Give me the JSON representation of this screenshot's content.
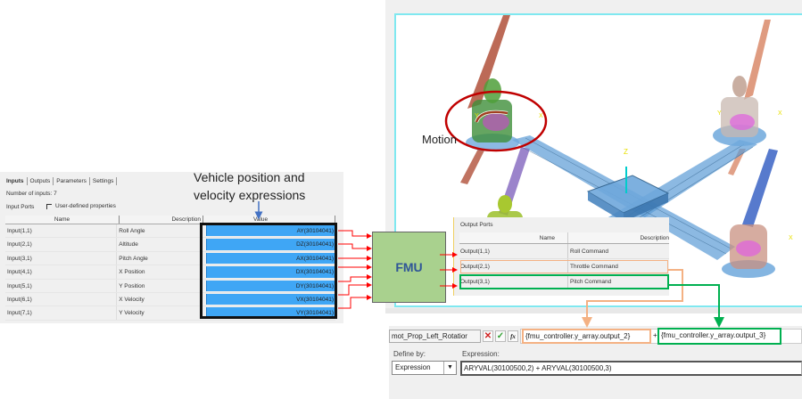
{
  "inputs_panel": {
    "tabs": [
      "Inputs",
      "Outputs",
      "Parameters",
      "Settings"
    ],
    "number_of_inputs_label": "Number of inputs:",
    "number_of_inputs": "7",
    "input_ports_label": "Input Ports",
    "user_defined_label": "User-defined properties",
    "user_defined_checked": false,
    "columns": [
      "Name",
      "Description",
      "Value"
    ],
    "rows": [
      {
        "name": "Input(1,1)",
        "description": "Roll Angle",
        "value": "AY(30104041)"
      },
      {
        "name": "Input(2,1)",
        "description": "Altitude",
        "value": "DZ(30104041)"
      },
      {
        "name": "Input(3,1)",
        "description": "Pitch Angle",
        "value": "AX(30104041)"
      },
      {
        "name": "Input(4,1)",
        "description": "X Position",
        "value": "DX(30104041)"
      },
      {
        "name": "Input(5,1)",
        "description": "Y Position",
        "value": "DY(30104041)"
      },
      {
        "name": "Input(6,1)",
        "description": "X Velocity",
        "value": "VX(30104041)"
      },
      {
        "name": "Input(7,1)",
        "description": "Y Velocity",
        "value": "VY(30104041)"
      }
    ]
  },
  "annotations": {
    "vehicle_line1": "Vehicle position and",
    "vehicle_line2": "velocity expressions",
    "motion": "Motion",
    "fmu": "FMU"
  },
  "outputs_panel": {
    "title": "Output Ports",
    "columns": [
      "Name",
      "Description"
    ],
    "rows": [
      {
        "name": "Output(1,1)",
        "description": "Roll Command"
      },
      {
        "name": "Output(2,1)",
        "description": "Throttle Command"
      },
      {
        "name": "Output(3,1)",
        "description": "Pitch Command"
      }
    ]
  },
  "expression_editor": {
    "entity_name": "mot_Prop_Left_Rotatior",
    "cancel_icon": "x-icon",
    "accept_icon": "check-icon",
    "fx_label": "fx",
    "expr_part1": "{fmu_controller.y_array.output_2}",
    "plus": "+",
    "expr_part2": "{fmu_controller.y_array.output_3}",
    "define_by_label": "Define by:",
    "define_by_value": "Expression",
    "expression_label": "Expression:",
    "expression_value": "ARYVAL(30100500,2) + ARYVAL(30100500,3)"
  },
  "viewport": {
    "axis_labels": {
      "x": "X",
      "y": "Y",
      "z": "Z"
    }
  },
  "colors": {
    "highlight_orange": "#f4b183",
    "highlight_green": "#00b050",
    "arrow_red": "#ff0000",
    "fmu_fill": "#a9d18e",
    "fmu_text": "#2f5597",
    "value_cell": "#3fa6f5",
    "motion_circle": "#c00000"
  }
}
